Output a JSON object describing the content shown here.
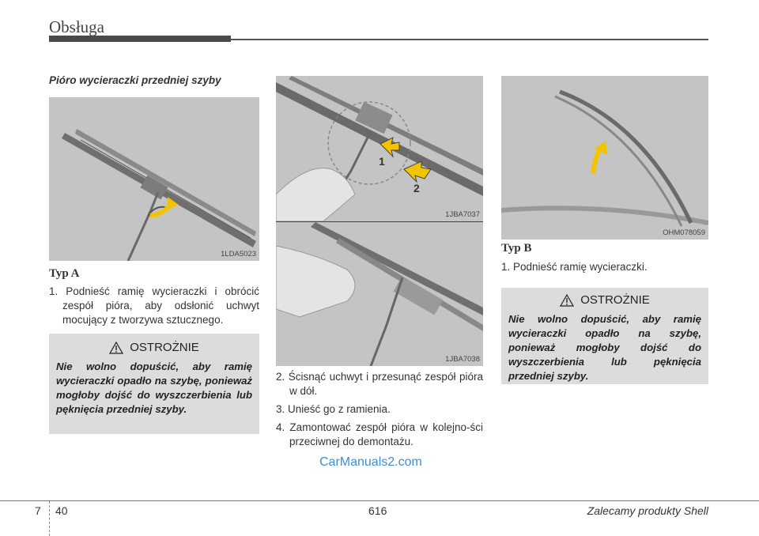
{
  "header": {
    "title": "Obsługa"
  },
  "section_title": "Pióro wycieraczki przedniej szyby",
  "figures": {
    "fig1": {
      "code": "1LDA5023"
    },
    "fig2": {
      "code": "1JBA7037",
      "callout_1": "1",
      "callout_2": "2"
    },
    "fig3": {
      "code": "1JBA7038"
    },
    "fig4": {
      "code": "OHM078059"
    }
  },
  "type_a": {
    "heading": "Typ A",
    "steps": [
      "1. Podnieść ramię wycieraczki i obrócić zespół pióra, aby odsłonić uchwyt mocujący z tworzywa sztucznego."
    ]
  },
  "middle_steps": [
    "2. Ścisnąć uchwyt i przesunąć zespół pióra w dół.",
    "3. Unieść go z ramienia.",
    "4. Zamontować zespół pióra w kolejno-ści przeciwnej do demontażu."
  ],
  "type_b": {
    "heading": "Typ B",
    "steps": [
      "1. Podnieść ramię wycieraczki."
    ]
  },
  "caution": {
    "title": "OSTROŻNIE",
    "text": "Nie wolno dopuścić, aby ramię wycieraczki opadło na szybę, ponieważ mogłoby dojść do wyszczerbienia lub pęknięcia przedniej szyby."
  },
  "watermark": "CarManuals2.com",
  "footer": {
    "chapter": "7",
    "page": "40",
    "center": "616",
    "right": "Zalecamy produkty Shell"
  }
}
